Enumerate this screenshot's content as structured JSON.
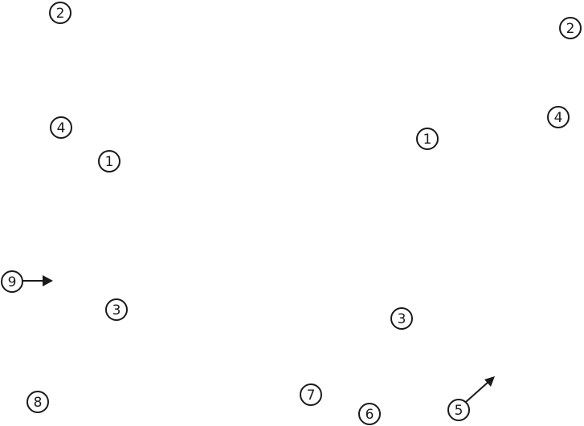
{
  "markers": [
    {
      "label": "2"
    },
    {
      "label": "2"
    },
    {
      "label": "4"
    },
    {
      "label": "4"
    },
    {
      "label": "1"
    },
    {
      "label": "1"
    },
    {
      "label": "9"
    },
    {
      "label": "3"
    },
    {
      "label": "3"
    },
    {
      "label": "8"
    },
    {
      "label": "7"
    },
    {
      "label": "6"
    },
    {
      "label": "5"
    }
  ]
}
